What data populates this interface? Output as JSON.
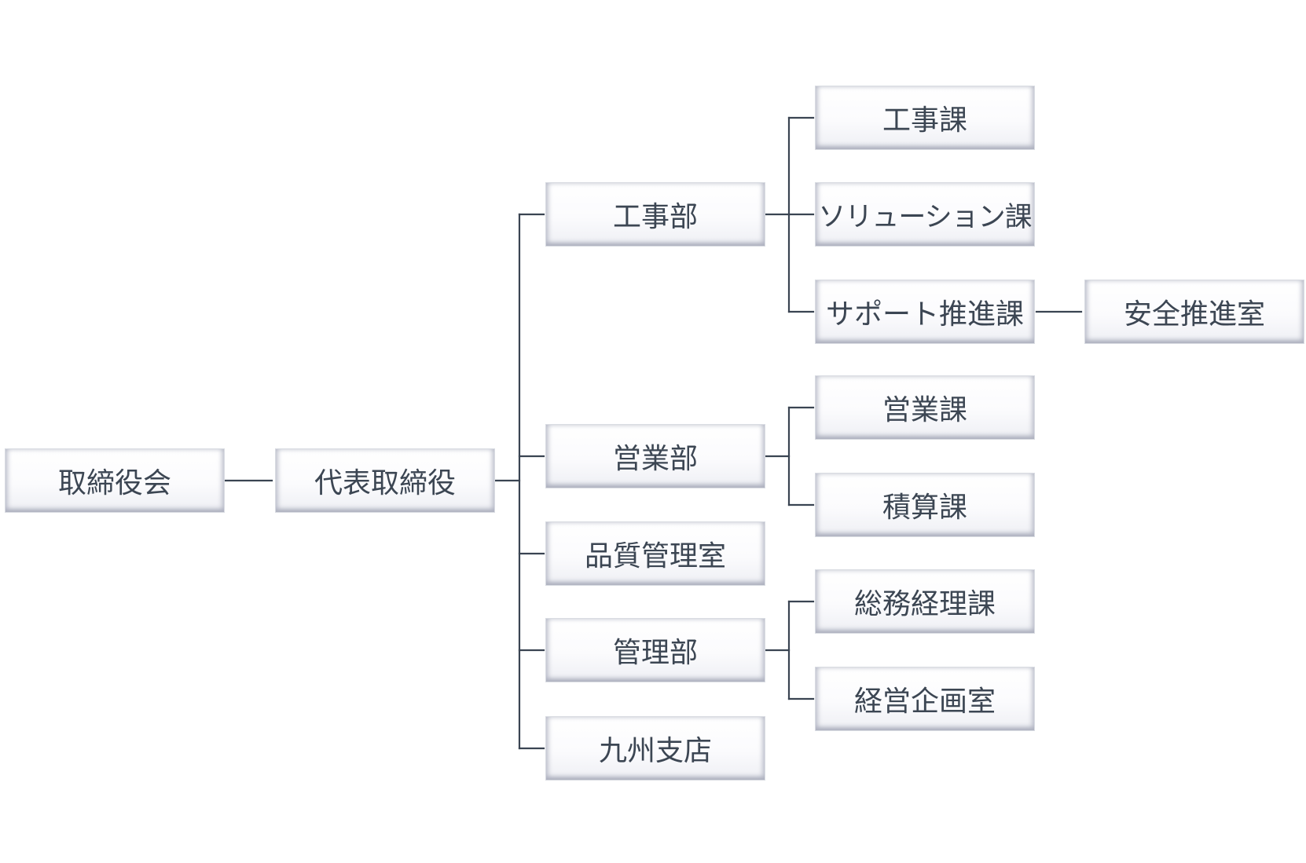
{
  "org_chart": {
    "board": "取締役会",
    "president": "代表取締役",
    "departments": {
      "construction": {
        "label": "工事部",
        "sections": {
          "construction_section": "工事課",
          "solution_section": "ソリューション課",
          "support_section": "サポート推進課"
        },
        "support_office": "安全推進室"
      },
      "sales": {
        "label": "営業部",
        "sections": {
          "sales_section": "営業課",
          "estimation_section": "積算課"
        }
      },
      "quality_office": "品質管理室",
      "management": {
        "label": "管理部",
        "sections": {
          "general_accounting_section": "総務経理課",
          "business_planning_office": "経営企画室"
        }
      },
      "kyushu_branch": "九州支店"
    }
  },
  "colors": {
    "line": "#3a4452",
    "text": "#3c4653",
    "box_border": "#d9dce2"
  }
}
